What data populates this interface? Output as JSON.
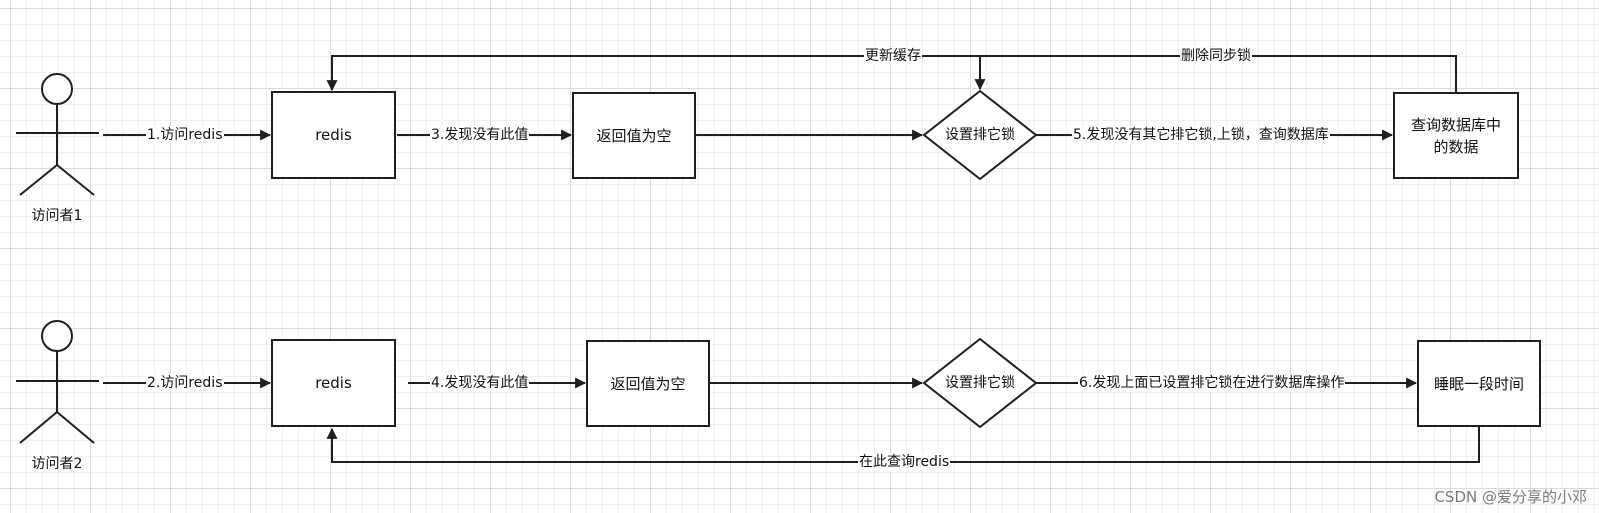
{
  "flow1": {
    "actor": "访问者1",
    "redis": "redis",
    "empty": "返回值为空",
    "lock": "设置排它锁",
    "query": "查询数据库中的数据",
    "step1": "1.访问redis",
    "step3": "3.发现没有此值",
    "step5": "5.发现没有其它排它锁,上锁，查询数据库",
    "update_cache": "更新缓存",
    "delete_lock": "删除同步锁"
  },
  "flow2": {
    "actor": "访问者2",
    "redis": "redis",
    "empty": "返回值为空",
    "lock": "设置排它锁",
    "sleep": "睡眠一段时间",
    "step2": "2.访问redis",
    "step4": "4.发现没有此值",
    "step6": "6.发现上面已设置排它锁在进行数据库操作",
    "requery": "在此查询redis"
  },
  "watermark": "CSDN @爱分享的小邓"
}
